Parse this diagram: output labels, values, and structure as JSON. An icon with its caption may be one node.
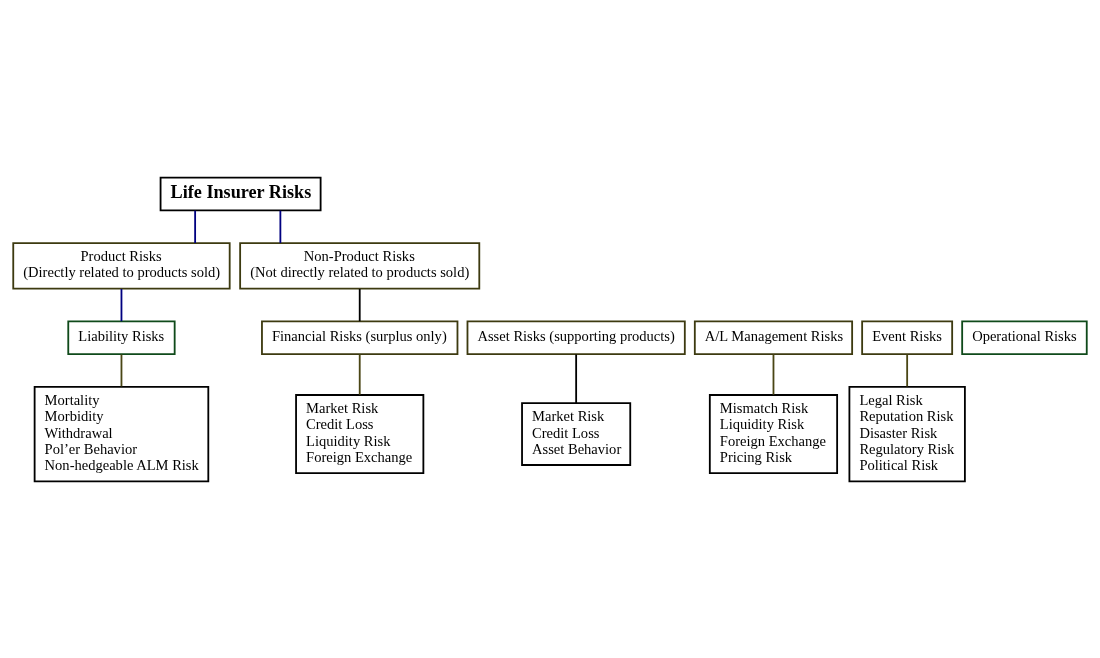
{
  "diagram": {
    "nodes": [
      {
        "text": [
          "Life Insurer Risks"
        ]
      },
      {
        "text": [
          "Product Risks",
          "(Directly related to products sold)"
        ]
      },
      {
        "text": [
          "Non-Product Risks",
          "(Not directly related to products sold)"
        ]
      },
      {
        "text": [
          "Asset Risks (supporting products)"
        ]
      },
      {
        "text": [
          "Liability Risks"
        ]
      },
      {
        "text": [
          "A/L Management Risks"
        ]
      },
      {
        "text": [
          "Event Risks"
        ]
      },
      {
        "text": [
          "Financial Risks (surplus only)"
        ]
      },
      {
        "text": [
          "Operational Risks"
        ]
      },
      {
        "text": [
          "Market Risk",
          "Credit Loss",
          "Asset Behavior"
        ]
      },
      {
        "text": [
          "Mortality",
          "Morbidity",
          "Withdrawal",
          "Pol’er Behavior",
          "Non-hedgeable ALM Risk"
        ]
      },
      {
        "text": [
          "Mismatch Risk",
          "Liquidity Risk",
          "Foreign Exchange",
          "Pricing Risk"
        ]
      },
      {
        "text": [
          "Legal Risk",
          "Reputation Risk",
          "Disaster Risk",
          "Regulatory Risk",
          "Political Risk"
        ]
      },
      {
        "text": [
          "Market Risk",
          "Credit Loss",
          "Liquidity Risk",
          "Foreign Exchange"
        ]
      }
    ],
    "edges": [
      {
        "from": 0,
        "to": 1,
        "arrow": "none",
        "color": "#000080"
      },
      {
        "from": 0,
        "to": 2,
        "arrow": "none",
        "color": "#000080"
      },
      {
        "from": 1,
        "to": 4,
        "arrow": "none",
        "color": "#000080"
      },
      {
        "from": 2,
        "to": 7,
        "arrow": "none",
        "color": "#000000"
      },
      {
        "from": 3,
        "to": 9,
        "arrow": "none",
        "color": "#000000"
      },
      {
        "from": 4,
        "to": 10,
        "arrow": "none"
      },
      {
        "from": 5,
        "to": 11,
        "arrow": "none"
      },
      {
        "from": 6,
        "to": 12,
        "arrow": "none"
      },
      {
        "from": 7,
        "to": 13,
        "arrow": "none"
      }
    ]
  }
}
